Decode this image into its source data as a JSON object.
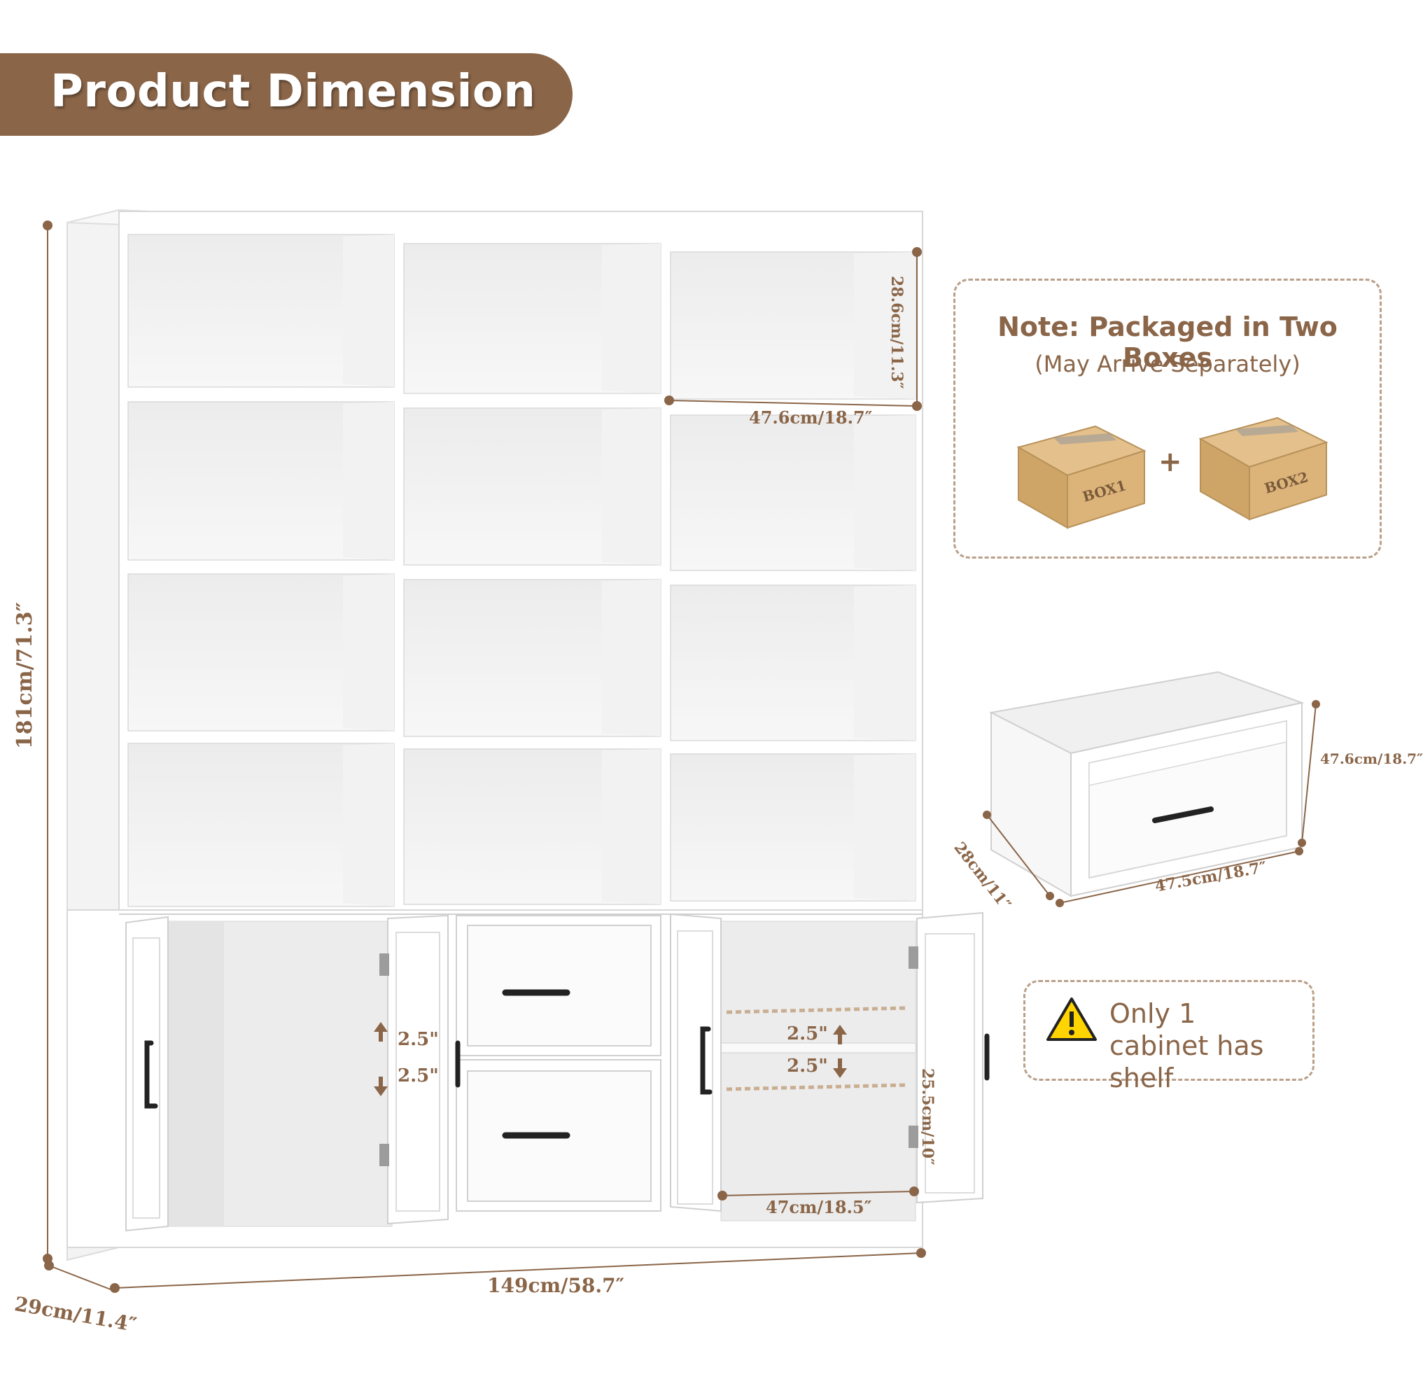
{
  "banner": {
    "title": "Product Dimension"
  },
  "dimensions": {
    "height": "181cm/71.3″",
    "width": "149cm/58.7″",
    "depth": "29cm/11.4″",
    "cubby_height": "28.6cm/11.3″",
    "cubby_width": "47.6cm/18.7″",
    "cabinet_width": "47cm/18.5″",
    "cabinet_height": "25.5cm/10″",
    "hinge_up": "2.5\"",
    "hinge_down": "2.5\"",
    "shelf_up": "2.5\"",
    "shelf_down": "2.5\""
  },
  "drawer_detail": {
    "height": "47.6cm/18.7″",
    "depth": "28cm/11″",
    "width": "47.5cm/18.7″"
  },
  "package_note": {
    "title": "Note: Packaged in Two Boxes",
    "subtitle": "(May Arrive Separately)",
    "box1_label": "BOX1",
    "plus": "+",
    "box2_label": "BOX2"
  },
  "shelf_note": {
    "text": "Only 1 cabinet has shelf"
  },
  "colors": {
    "accent": "#8a6548",
    "cabinet": "#ffffff",
    "box": "#d8b07a"
  },
  "icons": [
    "warning-icon",
    "box-icon",
    "drawer-handle-icon"
  ]
}
